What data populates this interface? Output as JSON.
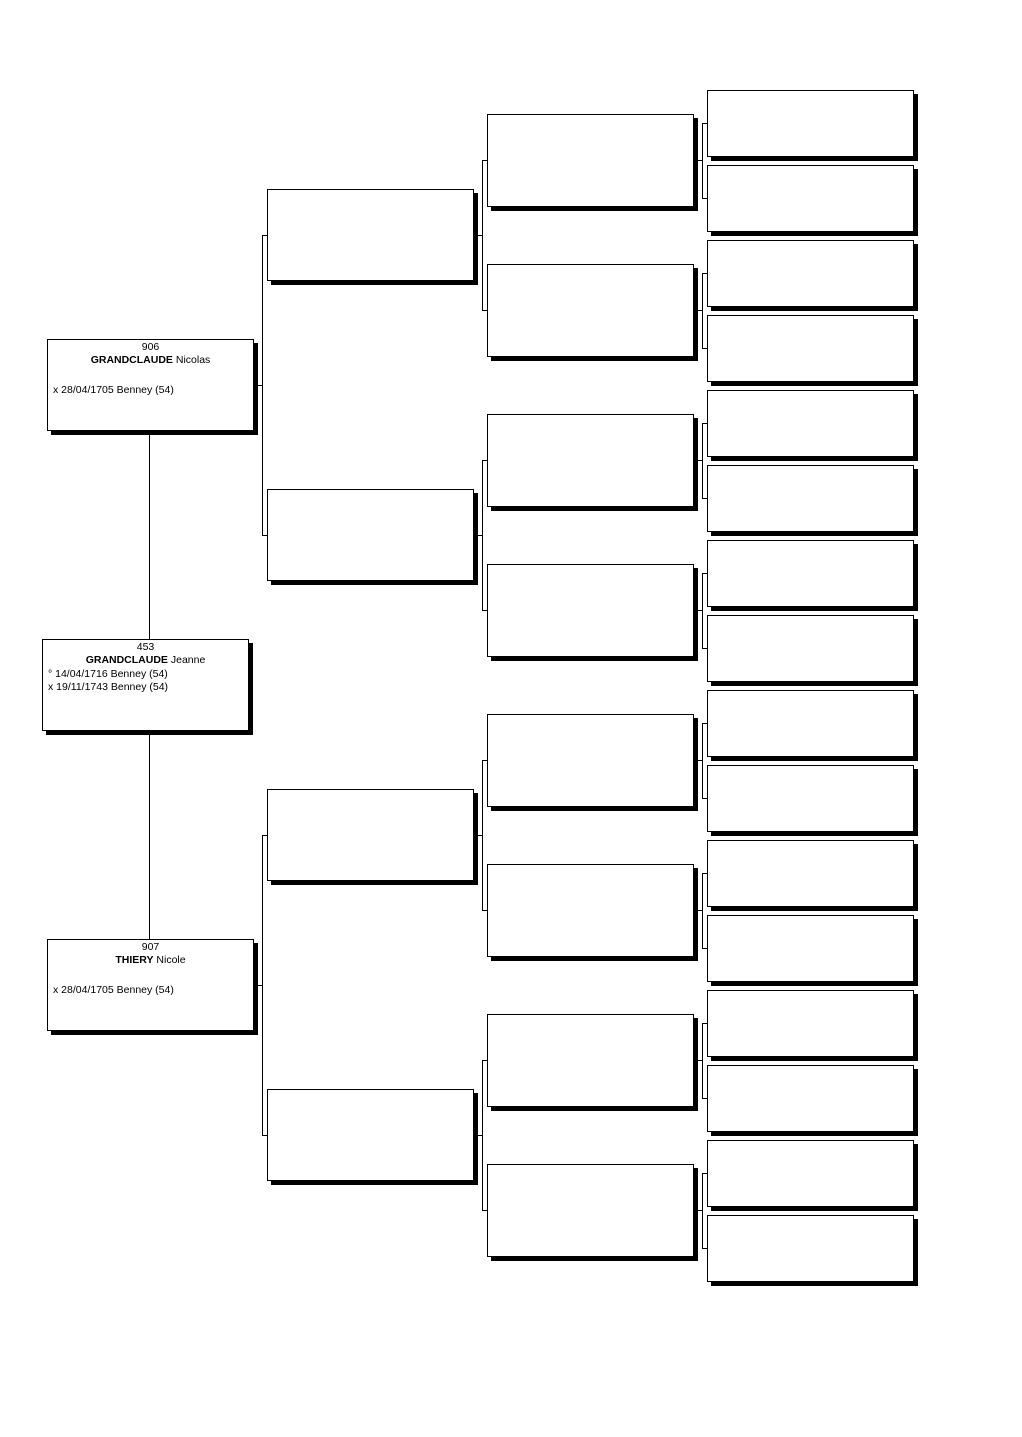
{
  "persons": {
    "p453": {
      "number": "453",
      "surname": "GRANDCLAUDE",
      "given": "Jeanne",
      "birth": "° 14/04/1716 Benney (54)",
      "marriage": "x 19/11/1743 Benney (54)"
    },
    "p906": {
      "number": "906",
      "surname": "GRANDCLAUDE",
      "given": "Nicolas",
      "marriage": "x 28/04/1705 Benney (54)"
    },
    "p907": {
      "number": "907",
      "surname": "THIERY",
      "given": "Nicole",
      "marriage": "x 28/04/1705 Benney (54)"
    }
  }
}
